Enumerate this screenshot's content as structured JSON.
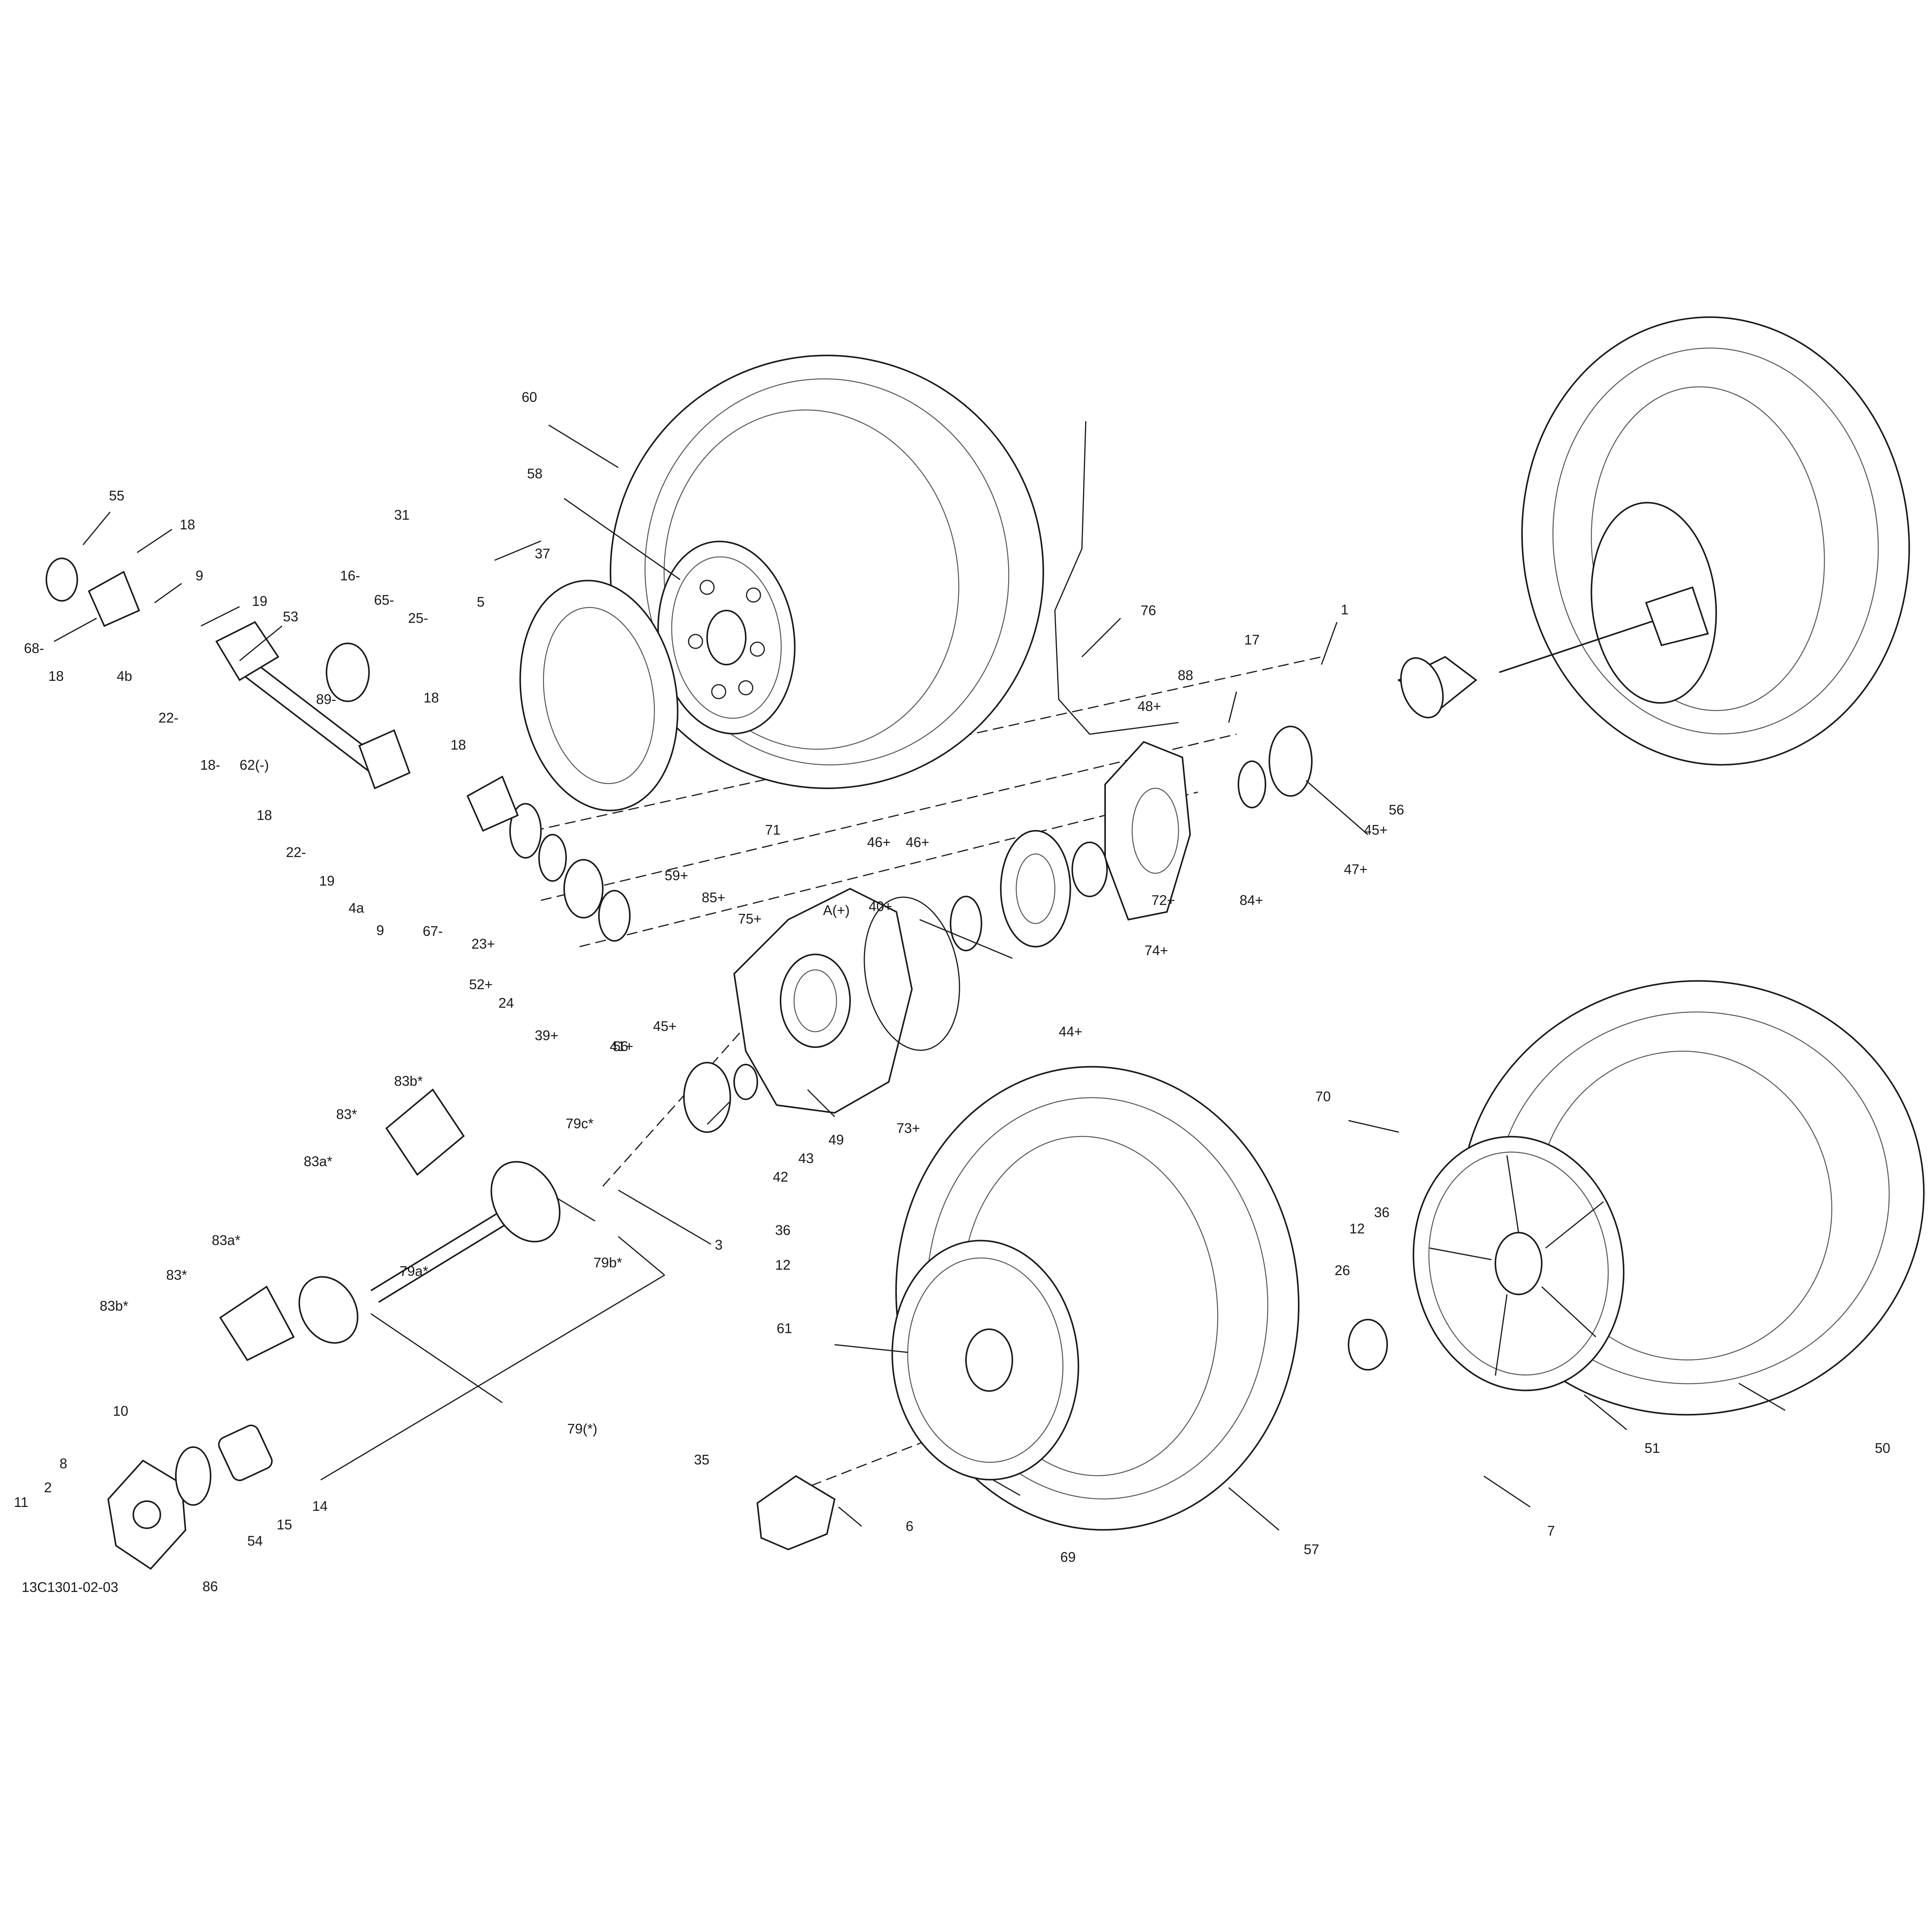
{
  "diagram": {
    "reference_code": "13C1301-02-03",
    "callouts": [
      {
        "id": "c-55",
        "label": "55"
      },
      {
        "id": "c-18a",
        "label": "18"
      },
      {
        "id": "c-9a",
        "label": "9"
      },
      {
        "id": "c-68",
        "label": "68-"
      },
      {
        "id": "c-18b",
        "label": "18"
      },
      {
        "id": "c-4b",
        "label": "4b"
      },
      {
        "id": "c-19a",
        "label": "19"
      },
      {
        "id": "c-53",
        "label": "53"
      },
      {
        "id": "c-22a",
        "label": "22-"
      },
      {
        "id": "c-18c",
        "label": "18-"
      },
      {
        "id": "c-16",
        "label": "16-"
      },
      {
        "id": "c-65",
        "label": "65-"
      },
      {
        "id": "c-25",
        "label": "25-"
      },
      {
        "id": "c-89",
        "label": "89-"
      },
      {
        "id": "c-62",
        "label": "62(-)"
      },
      {
        "id": "c-18d",
        "label": "18"
      },
      {
        "id": "c-18e",
        "label": "18"
      },
      {
        "id": "c-22b",
        "label": "22-"
      },
      {
        "id": "c-19b",
        "label": "19"
      },
      {
        "id": "c-4a",
        "label": "4a"
      },
      {
        "id": "c-9b",
        "label": "9"
      },
      {
        "id": "c-18f",
        "label": "18"
      },
      {
        "id": "c-67",
        "label": "67-"
      },
      {
        "id": "c-23",
        "label": "23+"
      },
      {
        "id": "c-52",
        "label": "52+"
      },
      {
        "id": "c-24",
        "label": "24"
      },
      {
        "id": "c-39",
        "label": "39+"
      },
      {
        "id": "c-41",
        "label": "41+"
      },
      {
        "id": "c-59",
        "label": "59+"
      },
      {
        "id": "c-85",
        "label": "85+"
      },
      {
        "id": "c-75",
        "label": "75+"
      },
      {
        "id": "c-A",
        "label": "A(+)"
      },
      {
        "id": "c-40",
        "label": "40+"
      },
      {
        "id": "c-46a",
        "label": "46+"
      },
      {
        "id": "c-46b",
        "label": "46+"
      },
      {
        "id": "c-44",
        "label": "44+"
      },
      {
        "id": "c-74",
        "label": "74+"
      },
      {
        "id": "c-72",
        "label": "72+"
      },
      {
        "id": "c-84",
        "label": "84+"
      },
      {
        "id": "c-47",
        "label": "47+"
      },
      {
        "id": "c-45a",
        "label": "45+"
      },
      {
        "id": "c-56a",
        "label": "56"
      },
      {
        "id": "c-1",
        "label": "1"
      },
      {
        "id": "c-17",
        "label": "17"
      },
      {
        "id": "c-88",
        "label": "88"
      },
      {
        "id": "c-48",
        "label": "48+"
      },
      {
        "id": "c-76",
        "label": "76"
      },
      {
        "id": "c-31",
        "label": "31"
      },
      {
        "id": "c-37",
        "label": "37"
      },
      {
        "id": "c-5",
        "label": "5"
      },
      {
        "id": "c-58",
        "label": "58"
      },
      {
        "id": "c-60",
        "label": "60"
      },
      {
        "id": "c-71",
        "label": "71"
      },
      {
        "id": "c-45b",
        "label": "45+"
      },
      {
        "id": "c-56b",
        "label": "56"
      },
      {
        "id": "c-79c",
        "label": "79c*"
      },
      {
        "id": "c-42",
        "label": "42"
      },
      {
        "id": "c-43",
        "label": "43"
      },
      {
        "id": "c-49",
        "label": "49"
      },
      {
        "id": "c-73",
        "label": "73+"
      },
      {
        "id": "c-3",
        "label": "3"
      },
      {
        "id": "c-83b-a",
        "label": "83b*"
      },
      {
        "id": "c-83-a",
        "label": "83*"
      },
      {
        "id": "c-83a-a",
        "label": "83a*"
      },
      {
        "id": "c-79b",
        "label": "79b*"
      },
      {
        "id": "c-83a-b",
        "label": "83a*"
      },
      {
        "id": "c-83-b",
        "label": "83*"
      },
      {
        "id": "c-83b-b",
        "label": "83b*"
      },
      {
        "id": "c-79a",
        "label": "79a*"
      },
      {
        "id": "c-79",
        "label": "79(*)"
      },
      {
        "id": "c-10",
        "label": "10"
      },
      {
        "id": "c-8",
        "label": "8"
      },
      {
        "id": "c-2",
        "label": "2"
      },
      {
        "id": "c-11",
        "label": "11"
      },
      {
        "id": "c-54",
        "label": "54"
      },
      {
        "id": "c-15",
        "label": "15"
      },
      {
        "id": "c-14",
        "label": "14"
      },
      {
        "id": "c-86",
        "label": "86"
      },
      {
        "id": "c-36a",
        "label": "36"
      },
      {
        "id": "c-12a",
        "label": "12"
      },
      {
        "id": "c-61",
        "label": "61"
      },
      {
        "id": "c-35",
        "label": "35"
      },
      {
        "id": "c-6",
        "label": "6"
      },
      {
        "id": "c-69",
        "label": "69"
      },
      {
        "id": "c-57",
        "label": "57"
      },
      {
        "id": "c-70",
        "label": "70"
      },
      {
        "id": "c-12b",
        "label": "12"
      },
      {
        "id": "c-36b",
        "label": "36"
      },
      {
        "id": "c-26",
        "label": "26"
      },
      {
        "id": "c-51",
        "label": "51"
      },
      {
        "id": "c-50",
        "label": "50"
      },
      {
        "id": "c-7",
        "label": "7"
      }
    ]
  }
}
